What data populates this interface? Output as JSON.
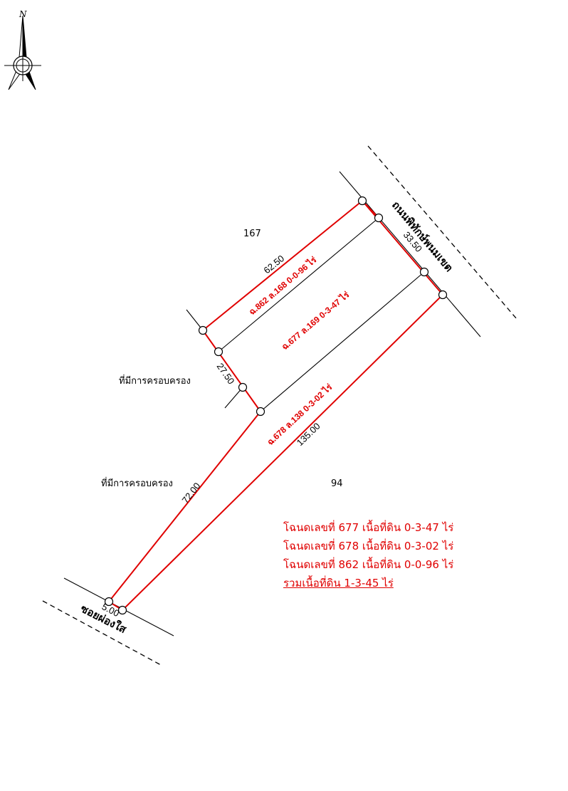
{
  "compass": {
    "north_label": "N",
    "icon": "north-arrow-icon"
  },
  "roads": {
    "main": "ถนนพิทักษ์พนมเขต",
    "soi": "ซอยผ่องใส"
  },
  "neighbors": {
    "parcel_167": "167",
    "parcel_94": "94",
    "occupied_1": "ที่มีการครอบครอง",
    "occupied_2": "ที่มีการครอบครอง"
  },
  "dimensions": {
    "top_side": "62.50",
    "road_side": "33.50",
    "left_side": "27.50",
    "diagonal_long": "135.00",
    "diagonal_left": "72.00",
    "soi_frontage": "5.00"
  },
  "parcels": {
    "p862": "ฉ.862 ล.168  0-0-96 ไร่",
    "p677": "ฉ.677 ล.169  0-3-47 ไร่",
    "p678": "ฉ.678 ล.138  0-3-02 ไร่"
  },
  "summary": {
    "line1": "โฉนดเลขที่ 677  เนื้อที่ดิน 0-3-47 ไร่",
    "line2": "โฉนดเลขที่ 678  เนื้อที่ดิน 0-3-02 ไร่",
    "line3": "โฉนดเลขที่ 862  เนื้อที่ดิน 0-0-96 ไร่",
    "total": "รวมเนื้อที่ดิน 1-3-45 ไร่"
  },
  "colors": {
    "boundary": "#e00000",
    "internal": "#000000"
  }
}
